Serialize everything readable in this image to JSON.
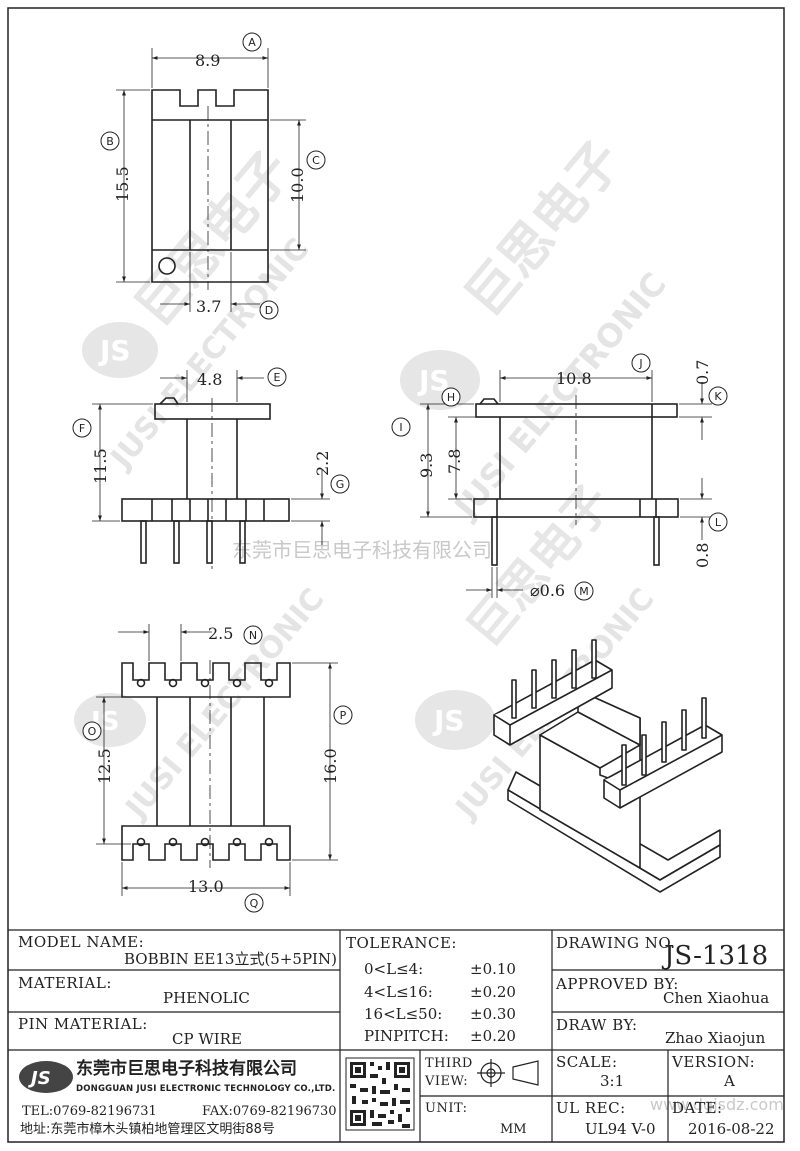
{
  "dims": {
    "A": "8.9",
    "B": "15.5",
    "C": "10.0",
    "D": "3.7",
    "E": "4.8",
    "F": "11.5",
    "G": "2.2",
    "H": "9.3",
    "I": "7.8",
    "J": "10.8",
    "K": "0.7",
    "L": "0.8",
    "M": "⌀0.6",
    "N": "2.5",
    "O": "12.5",
    "P": "13.0",
    "Q": "16.0"
  },
  "callouts": [
    "A",
    "B",
    "C",
    "D",
    "E",
    "F",
    "G",
    "H",
    "I",
    "J",
    "K",
    "L",
    "M",
    "N",
    "O",
    "P",
    "Q"
  ],
  "watermark": {
    "company_cn": "东莞市巨思电子科技有限公司",
    "logo": "JS",
    "brand": "JUSI ELECTRONIC",
    "brand_cn": "巨思电子",
    "site": "www.dgjsdz.com"
  },
  "title_block": {
    "model_name_label": "MODEL NAME:",
    "model_name": "BOBBIN EE13立式(5+5PIN)",
    "material_label": "MATERIAL:",
    "material": "PHENOLIC",
    "pin_material_label": "PIN MATERIAL:",
    "pin_material": "CP WIRE",
    "tolerance_label": "TOLERANCE:",
    "tolerances": [
      {
        "range": "0<L≤4:",
        "value": "±0.10"
      },
      {
        "range": "4<L≤16:",
        "value": "±0.20"
      },
      {
        "range": "16<L≤50:",
        "value": "±0.30"
      },
      {
        "range": "PINPITCH:",
        "value": "±0.20"
      }
    ],
    "drawing_no_label": "DRAWING NO.",
    "drawing_no": "JS-1318",
    "approved_label": "APPROVED BY:",
    "approved_by": "Chen Xiaohua",
    "draw_label": "DRAW BY:",
    "draw_by": "Zhao Xiaojun",
    "third_view_label_1": "THIRD",
    "third_view_label_2": "VIEW:",
    "unit_label": "UNIT:",
    "unit": "MM",
    "scale_label": "SCALE:",
    "scale": "3:1",
    "version_label": "VERSION:",
    "version": "A",
    "ul_label": "UL REC:",
    "ul": "UL94 V-0",
    "date_label": "DATE:",
    "date": "2016-08-22",
    "company_cn": "东莞市巨思电子科技有限公司",
    "company_en": "DONGGUAN JUSI ELECTRONIC TECHNOLOGY CO.,LTD.",
    "tel": "TEL:0769-82196731",
    "fax": "FAX:0769-82196730",
    "address": "地址:东莞市樟木头镇柏地管理区文明街88号",
    "logo": "JS"
  }
}
